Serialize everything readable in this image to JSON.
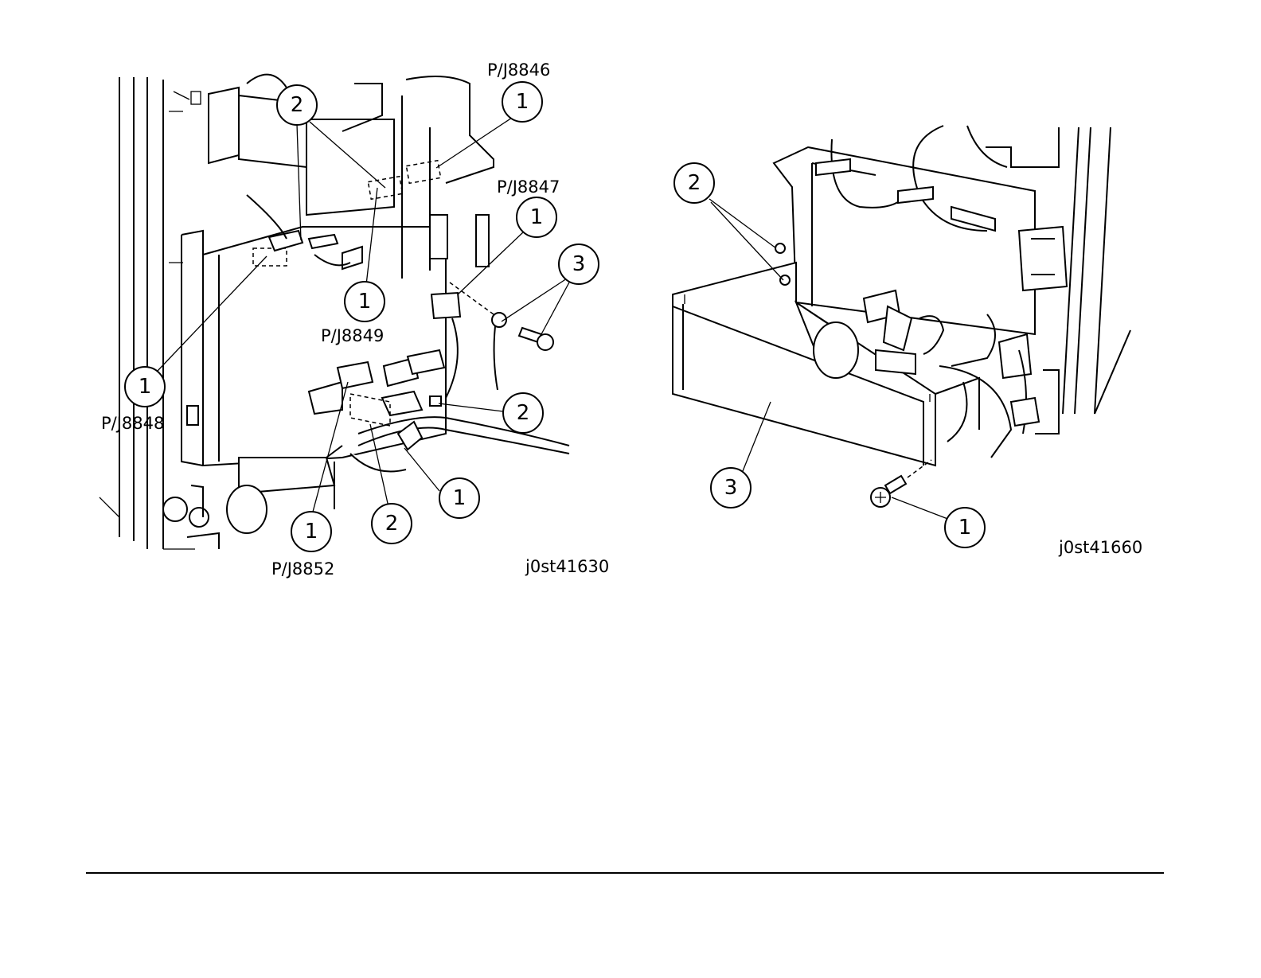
{
  "figure_left": {
    "id": "j0st41630",
    "connectors": {
      "p_j8846": "P/J8846",
      "p_j8847": "P/J8847",
      "p_j8849": "P/J8849",
      "p_j8848": "P/J8848",
      "p_j8852": "P/J8852"
    },
    "callouts": [
      "2",
      "1",
      "1",
      "3",
      "1",
      "1",
      "2",
      "1",
      "2",
      "1"
    ]
  },
  "figure_right": {
    "id": "j0st41660",
    "callouts": [
      "2",
      "3",
      "1"
    ]
  }
}
